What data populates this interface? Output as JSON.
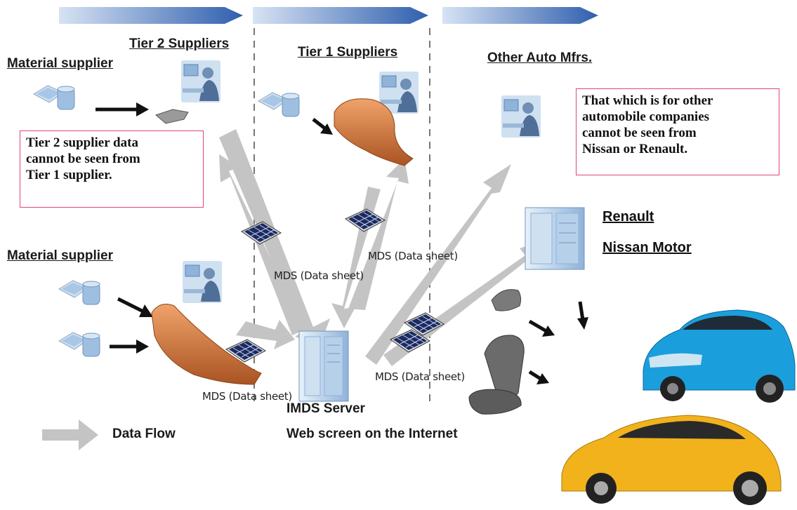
{
  "labels": {
    "material_supplier_top": "Material supplier",
    "tier2_suppliers": "Tier 2 Suppliers",
    "tier1_suppliers": "Tier 1 Suppliers",
    "other_auto_mfrs": "Other Auto Mfrs.",
    "material_supplier_bottom": "Material supplier",
    "imds_server": "IMDS Server",
    "web_screen": "Web screen on the Internet",
    "data_flow": "Data Flow"
  },
  "mds_labels": {
    "tier1": "MDS (Data sheet)",
    "center": "MDS (Data sheet)",
    "bottom_left": "MDS (Data sheet)",
    "right": "MDS (Data sheet)"
  },
  "notes": {
    "tier2": [
      "Tier 2 supplier data",
      "cannot be seen from",
      "Tier 1 supplier."
    ],
    "other": [
      "That which is for other",
      "automobile companies",
      "cannot be seen from",
      "Nissan or Renault."
    ]
  },
  "brands": {
    "renault": "Renault",
    "nissan": "Nissan Motor"
  },
  "colors": {
    "banner": "#3f6fb8",
    "flow_arrow": "#c4c4c4",
    "note_border": "#e0457b",
    "bumper": "#d27a3e",
    "server": "#a9c6e6",
    "nissan_car": "#1a9fdc",
    "renault_car": "#f2b21c"
  }
}
